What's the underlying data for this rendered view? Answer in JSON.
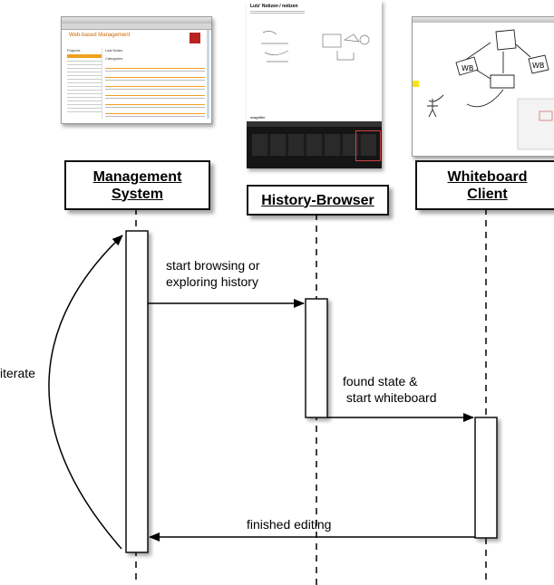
{
  "participants": [
    {
      "id": "management",
      "label": "Management\nSystem"
    },
    {
      "id": "history",
      "label": "History-Browser"
    },
    {
      "id": "whiteboard",
      "label": "Whiteboard\nClient"
    }
  ],
  "messages": [
    {
      "from": "management",
      "to": "history",
      "label": "start browsing or\nexploring history"
    },
    {
      "from": "history",
      "to": "whiteboard",
      "label": "found state &\n start whiteboard"
    },
    {
      "from": "whiteboard",
      "to": "management",
      "label": "finished editing"
    }
  ],
  "loop_label": "iterate",
  "screenshots": {
    "management": {
      "app_title": "Web-based Management",
      "sections": [
        "Projects",
        "Last Notes",
        "Categories"
      ]
    },
    "history": {
      "title": "Lutz' Notizen / notizen",
      "slider_label": "magnifier"
    },
    "whiteboard": {
      "sketch_labels": [
        "WB",
        "WB"
      ]
    }
  }
}
